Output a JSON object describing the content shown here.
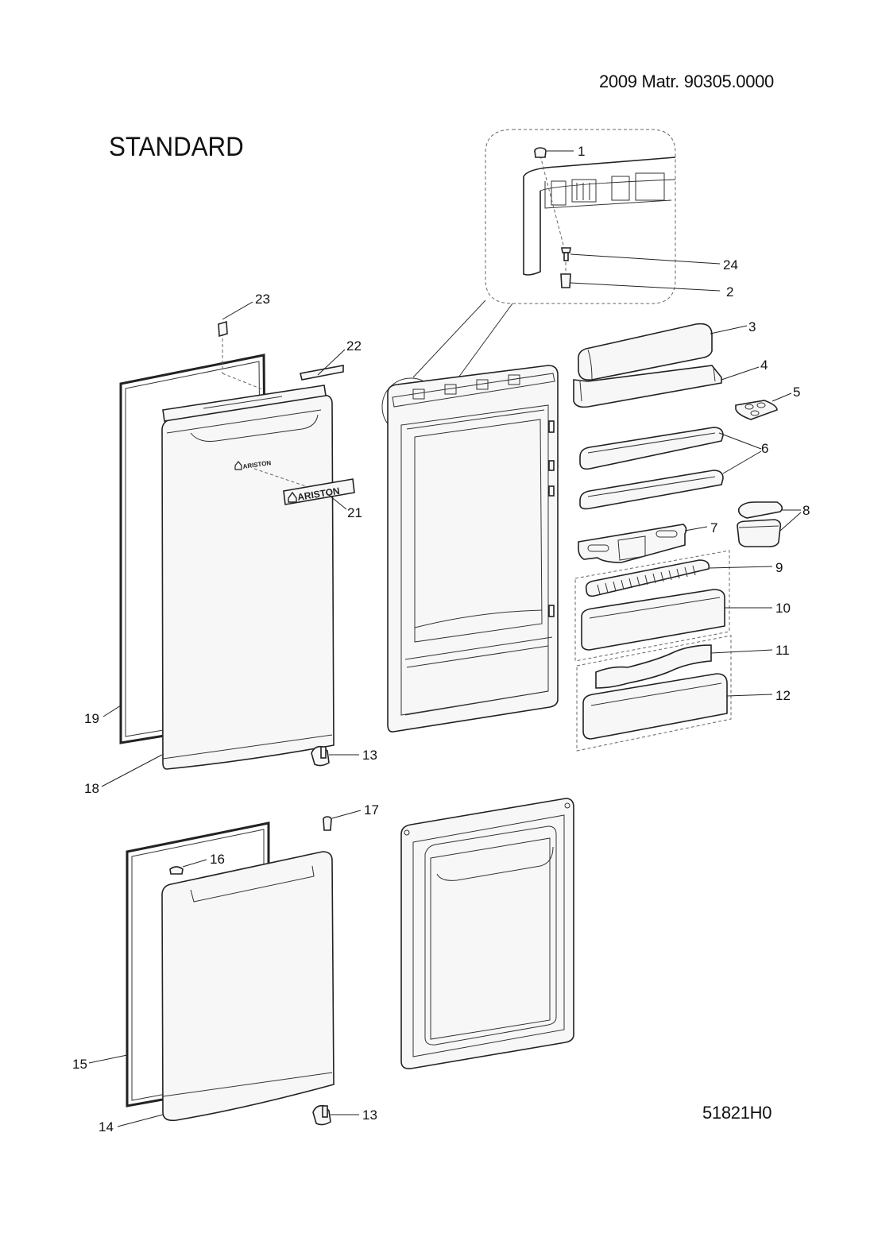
{
  "header": {
    "meta": "2009  Matr. 90305.0000",
    "title": "STANDARD"
  },
  "footer": {
    "code": "51821H0"
  },
  "brand": {
    "logo_small": "ARISTON",
    "logo_label": "ARISTON"
  },
  "callouts": [
    "1",
    "2",
    "3",
    "4",
    "5",
    "6",
    "7",
    "8",
    "9",
    "10",
    "11",
    "12",
    "13",
    "13",
    "14",
    "15",
    "16",
    "17",
    "18",
    "19",
    "21",
    "22",
    "23",
    "24"
  ]
}
